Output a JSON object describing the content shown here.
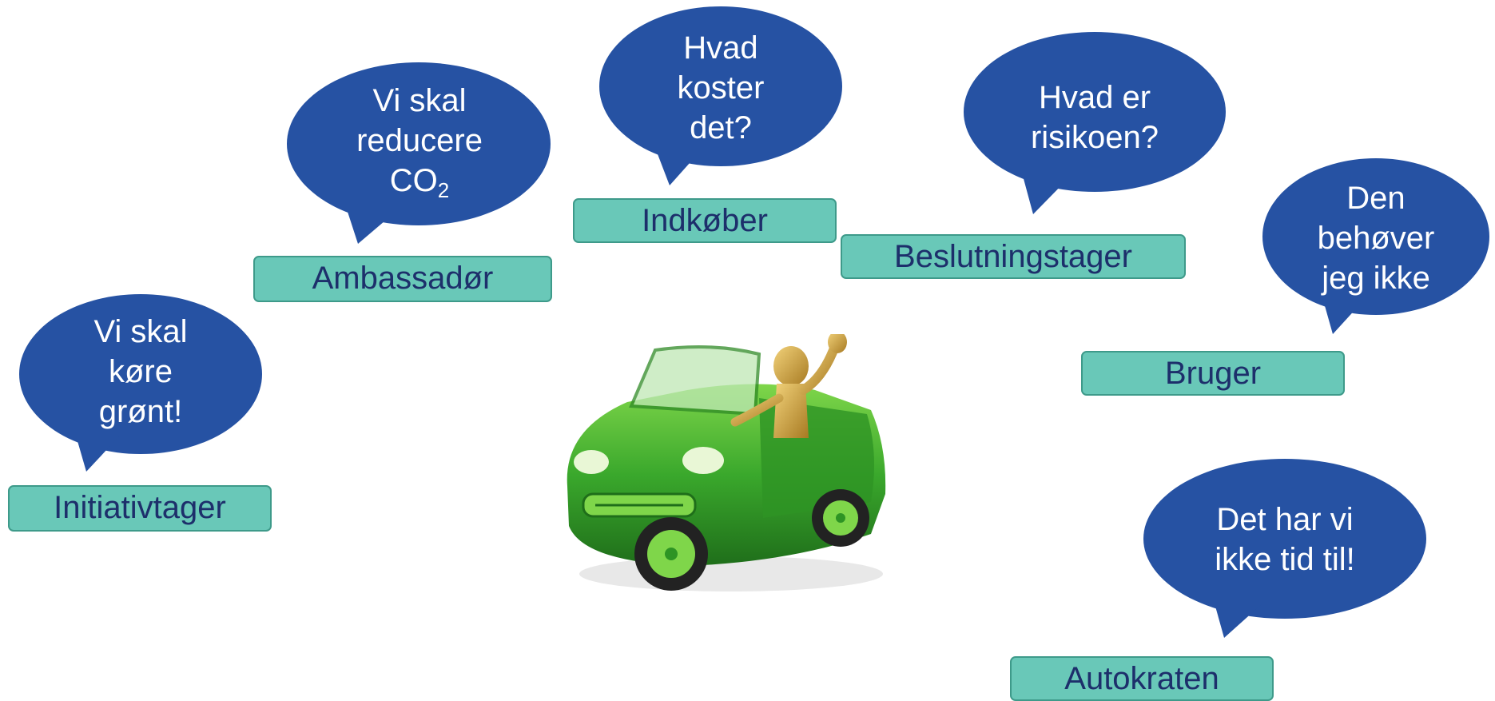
{
  "colors": {
    "bubble": "#2652a3",
    "label_fill": "#69c8b8",
    "label_border": "#3e9a8a",
    "label_text": "#1d2f6b",
    "car_body": "#3aa82c"
  },
  "roles": {
    "initiativtager": {
      "label": "Initiativtager",
      "quote": [
        "Vi skal",
        "køre",
        "grønt!"
      ]
    },
    "ambassador": {
      "label": "Ambassadør",
      "quote_line1": "Vi skal",
      "quote_line2": "reducere",
      "quote_co": "CO",
      "quote_sub": "2"
    },
    "indkober": {
      "label": "Indkøber",
      "quote": [
        "Hvad",
        "koster",
        "det?"
      ]
    },
    "beslutningstager": {
      "label": "Beslutningstager",
      "quote": [
        "Hvad er",
        "risikoen?"
      ]
    },
    "bruger": {
      "label": "Bruger",
      "quote": [
        "Den",
        "behøver",
        "jeg ikke"
      ]
    },
    "autokraten": {
      "label": "Autokraten",
      "quote": [
        "Det har vi",
        "ikke tid til!"
      ]
    }
  },
  "illustration": {
    "icon": "green-car-with-gold-driver-icon"
  }
}
